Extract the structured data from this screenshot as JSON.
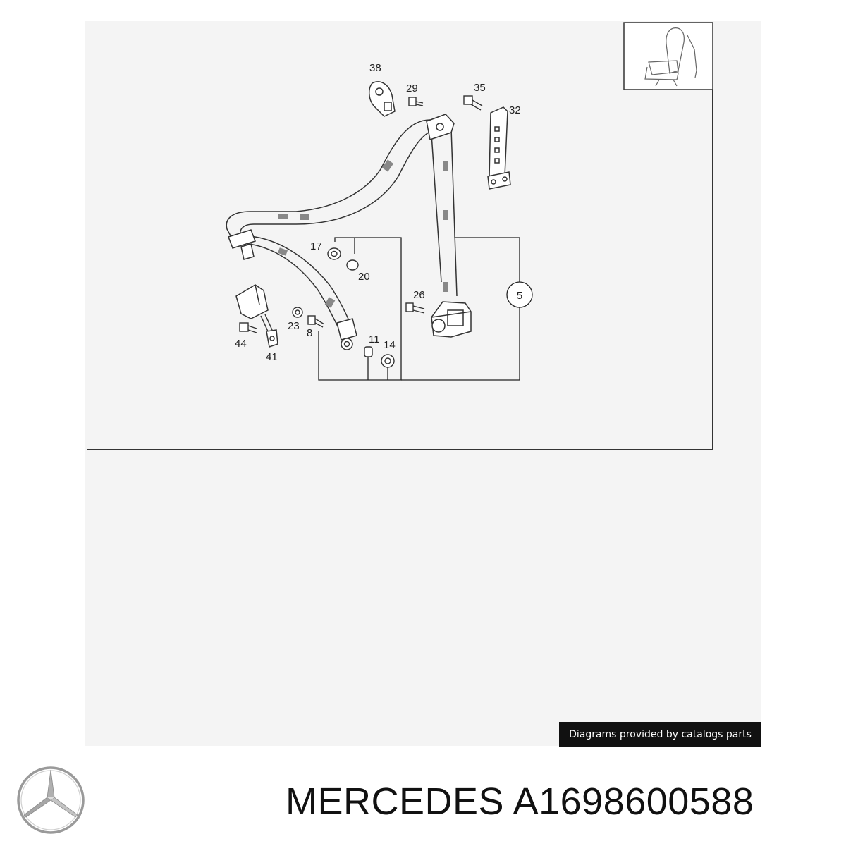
{
  "diagram": {
    "callouts": [
      "38",
      "29",
      "35",
      "32",
      "17",
      "20",
      "26",
      "5",
      "23",
      "8",
      "44",
      "41",
      "11",
      "14"
    ],
    "inset_icon": "car-seat-icon"
  },
  "credit_text": "Diagrams provided by catalogs parts",
  "brand_logo": "mercedes-star-logo",
  "title": "MERCEDES A1698600588"
}
